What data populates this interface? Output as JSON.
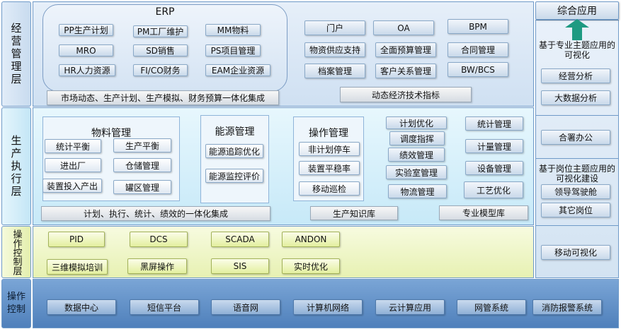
{
  "layers": {
    "operations": "经营管理层",
    "production": "生产执行层",
    "control": "操作控制层",
    "infrastructure": "操作控制"
  },
  "erp": {
    "title": "ERP",
    "modules": [
      "PP生产计划",
      "PM工厂维护",
      "MM物料",
      "MRO",
      "SD销售",
      "PS项目管理",
      "HR人力资源",
      "FI/CO财务",
      "EAM企业资源"
    ]
  },
  "operations_apps": [
    "门户",
    "OA",
    "BPM",
    "物资供应支持",
    "全面预算管理",
    "合同管理",
    "档案管理",
    "客户关系管理",
    "BW/BCS"
  ],
  "operations_strips": {
    "market": "市场动态、生产计划、生产模拟、财务预算一体化集成",
    "economic": "动态经济技术指标"
  },
  "materials": {
    "title": "物料管理",
    "items": [
      "统计平衡",
      "生产平衡",
      "进出厂",
      "仓储管理",
      "装置投入产出",
      "罐区管理"
    ]
  },
  "energy": {
    "title": "能源管理",
    "items": [
      "能源追踪优化",
      "能源监控评价"
    ]
  },
  "operation_mgmt": {
    "title": "操作管理",
    "items": [
      "非计划停车",
      "装置平稳率",
      "移动巡检"
    ]
  },
  "production_apps": [
    "计划优化",
    "统计管理",
    "调度指挥",
    "计量管理",
    "绩效管理",
    "设备管理",
    "实验室管理",
    "物流管理",
    "工艺优化"
  ],
  "production_strips": {
    "integration": "计划、执行、统计、绩效的一体化集成",
    "knowledge": "生产知识库",
    "models": "专业模型库"
  },
  "control_items": [
    "PID",
    "DCS",
    "SCADA",
    "ANDON",
    "三维模拟培训",
    "黑屏操作",
    "SIS",
    "实时优化"
  ],
  "infrastructure_items": [
    "数据中心",
    "短信平台",
    "语音网",
    "计算机网络",
    "云计算应用",
    "网管系统",
    "消防报警系统"
  ],
  "side": {
    "header": "综合应用",
    "topic_viz": "基于专业主题应用的可视化",
    "business_analysis": "经营分析",
    "big_data": "大数据分析",
    "joint_office": "合署办公",
    "role_viz": "基于岗位主题应用的可视化建设",
    "leader_cockpit": "领导驾驶舱",
    "other_roles": "其它岗位",
    "mobile_viz": "移动可视化"
  },
  "colors": {
    "operations_band": "#d7e6f6",
    "production_band": "#d4f0fb",
    "control_band": "#f3f8cf",
    "infrastructure_band": "#5f8fc6",
    "arrow": "#1e9a82"
  }
}
